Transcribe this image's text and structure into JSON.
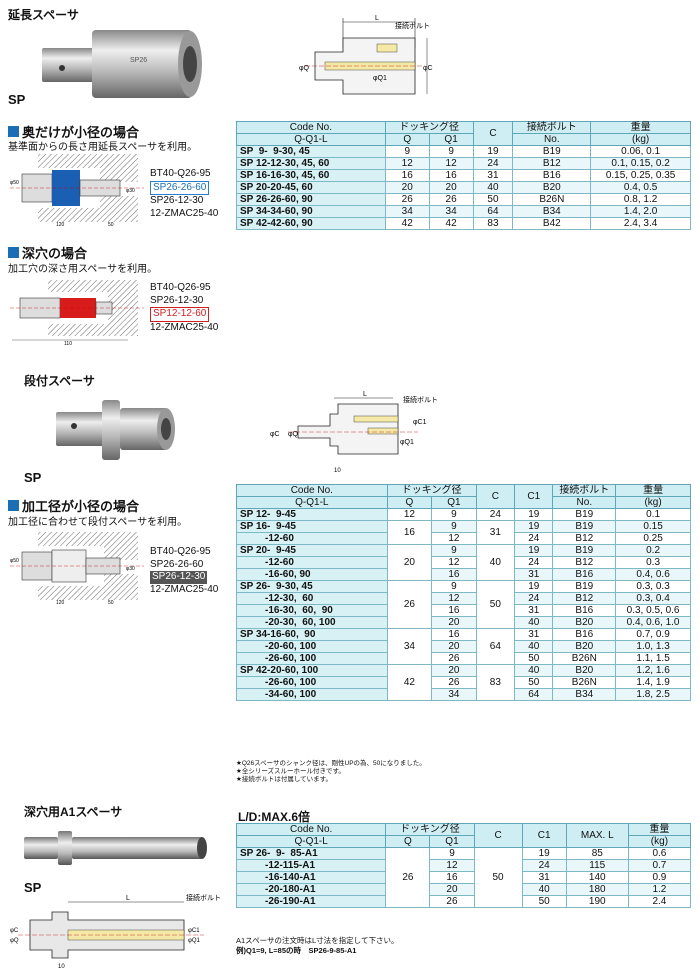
{
  "section1": {
    "title": "延長スペーサ",
    "sp": "SP",
    "drawing_labels": {
      "L": "L",
      "bolt": "接続ボルト",
      "phiQ": "φQ",
      "phiQ1": "φQ1",
      "phiC": "φC"
    },
    "case": {
      "heading": "奥だけが小径の場合",
      "desc": "基準面からの長さ用延長スペーサを利用。",
      "options": [
        "BT40-Q26-95",
        "SP26-26-60",
        "SP26-12-30",
        "12-ZMAC25-40"
      ],
      "dims": [
        "φ50",
        "φ30",
        "120",
        "50"
      ]
    },
    "case2": {
      "heading": "深穴の場合",
      "desc": "加工穴の深さ用スペーサを利用。",
      "options": [
        "BT40-Q26-95",
        "SP26-12-30",
        "SP12-12-60",
        "12-ZMAC25-40"
      ],
      "dims": [
        "110"
      ]
    },
    "table": {
      "headers": {
        "code": "Code No.",
        "code_sub": "Q-Q1-L",
        "docking": "ドッキング径",
        "q": "Q",
        "q1": "Q1",
        "c": "C",
        "bolt": "接続ボルト",
        "bolt_sub": "No.",
        "weight": "重量",
        "weight_sub": "(kg)"
      },
      "rows": [
        {
          "code": "SP  9-  9-30, 45",
          "q": "9",
          "q1": "9",
          "c": "19",
          "bolt": "B19",
          "w": "0.06, 0.1"
        },
        {
          "code": "SP 12-12-30, 45, 60",
          "q": "12",
          "q1": "12",
          "c": "24",
          "bolt": "B12",
          "w": "0.1, 0.15, 0.2"
        },
        {
          "code": "SP 16-16-30, 45, 60",
          "q": "16",
          "q1": "16",
          "c": "31",
          "bolt": "B16",
          "w": "0.15, 0.25, 0.35"
        },
        {
          "code": "SP 20-20-45, 60",
          "q": "20",
          "q1": "20",
          "c": "40",
          "bolt": "B20",
          "w": "0.4, 0.5"
        },
        {
          "code": "SP 26-26-60, 90",
          "q": "26",
          "q1": "26",
          "c": "50",
          "bolt": "B26N",
          "w": "0.8, 1.2"
        },
        {
          "code": "SP 34-34-60, 90",
          "q": "34",
          "q1": "34",
          "c": "64",
          "bolt": "B34",
          "w": "1.4, 2.0"
        },
        {
          "code": "SP 42-42-60, 90",
          "q": "42",
          "q1": "42",
          "c": "83",
          "bolt": "B42",
          "w": "2.4, 3.4"
        }
      ]
    }
  },
  "section2": {
    "title": "段付スペーサ",
    "sp": "SP",
    "drawing_labels": {
      "L": "L",
      "bolt": "接続ボルト",
      "phiQ": "φQ",
      "phiQ1": "φQ1",
      "phiC": "φC",
      "phiC1": "φC1",
      "ten": "10"
    },
    "case": {
      "heading": "加工径が小径の場合",
      "desc": "加工径に合わせて段付スペーサを利用。",
      "options": [
        "BT40-Q26-95",
        "SP26-26-60",
        "SP26-12-30",
        "12-ZMAC25-40"
      ],
      "dims": [
        "φ50",
        "φ30",
        "120",
        "50"
      ]
    },
    "table": {
      "headers": {
        "code": "Code No.",
        "code_sub": "Q-Q1-L",
        "docking": "ドッキング径",
        "q": "Q",
        "q1": "Q1",
        "c": "C",
        "c1": "C1",
        "bolt": "接続ボルト",
        "bolt_sub": "No.",
        "weight": "重量",
        "weight_sub": "(kg)"
      },
      "groups": [
        {
          "q": "12",
          "c": "24",
          "rows": [
            {
              "code": "SP 12-  9-45",
              "q1": "9",
              "c1": "19",
              "bolt": "B19",
              "w": "0.1"
            }
          ]
        },
        {
          "q": "16",
          "c": "31",
          "rows": [
            {
              "code": "SP 16-  9-45",
              "q1": "9",
              "c1": "19",
              "bolt": "B19",
              "w": "0.15"
            },
            {
              "code": "         -12-60",
              "q1": "12",
              "c1": "24",
              "bolt": "B12",
              "w": "0.25"
            }
          ]
        },
        {
          "q": "20",
          "c": "40",
          "rows": [
            {
              "code": "SP 20-  9-45",
              "q1": "9",
              "c1": "19",
              "bolt": "B19",
              "w": "0.2"
            },
            {
              "code": "         -12-60",
              "q1": "12",
              "c1": "24",
              "bolt": "B12",
              "w": "0.3"
            },
            {
              "code": "         -16-60, 90",
              "q1": "16",
              "c1": "31",
              "bolt": "B16",
              "w": "0.4, 0.6"
            }
          ]
        },
        {
          "q": "26",
          "c": "50",
          "rows": [
            {
              "code": "SP 26-  9-30, 45",
              "q1": "9",
              "c1": "19",
              "bolt": "B19",
              "w": "0.3, 0.3"
            },
            {
              "code": "         -12-30,  60",
              "q1": "12",
              "c1": "24",
              "bolt": "B12",
              "w": "0.3, 0.4"
            },
            {
              "code": "         -16-30,  60,  90",
              "q1": "16",
              "c1": "31",
              "bolt": "B16",
              "w": "0.3, 0.5, 0.6"
            },
            {
              "code": "         -20-30,  60, 100",
              "q1": "20",
              "c1": "40",
              "bolt": "B20",
              "w": "0.4, 0.6, 1.0"
            }
          ]
        },
        {
          "q": "34",
          "c": "64",
          "rows": [
            {
              "code": "SP 34-16-60,  90",
              "q1": "16",
              "c1": "31",
              "bolt": "B16",
              "w": "0.7, 0.9"
            },
            {
              "code": "         -20-60, 100",
              "q1": "20",
              "c1": "40",
              "bolt": "B20",
              "w": "1.0, 1.3"
            },
            {
              "code": "         -26-60, 100",
              "q1": "26",
              "c1": "50",
              "bolt": "B26N",
              "w": "1.1, 1.5"
            }
          ]
        },
        {
          "q": "42",
          "c": "83",
          "rows": [
            {
              "code": "SP 42-20-60, 100",
              "q1": "20",
              "c1": "40",
              "bolt": "B20",
              "w": "1.2, 1.6"
            },
            {
              "code": "         -26-60, 100",
              "q1": "26",
              "c1": "50",
              "bolt": "B26N",
              "w": "1.4, 1.9"
            },
            {
              "code": "         -34-60, 100",
              "q1": "34",
              "c1": "64",
              "bolt": "B34",
              "w": "1.8, 2.5"
            }
          ]
        }
      ],
      "notes": [
        "★Q26スペーサのシャンク径は、剛性UPの為、50になりました。",
        "★全シリーズスルーホール付きです。",
        "★接続ボルトは付属しています。"
      ]
    }
  },
  "section3": {
    "title": "深穴用A1スペーサ",
    "sp": "SP",
    "ld": "L/D:MAX.6倍",
    "drawing_labels": {
      "L": "L",
      "bolt": "接続ボルト",
      "phiC": "φC",
      "phiQ": "φQ",
      "phiC1": "φC1",
      "phiQ1": "φQ1",
      "ten": "10"
    },
    "table": {
      "headers": {
        "code": "Code No.",
        "code_sub": "Q-Q1-L",
        "docking": "ドッキング径",
        "q": "Q",
        "q1": "Q1",
        "c": "C",
        "c1": "C1",
        "maxl": "MAX. L",
        "weight": "重量",
        "weight_sub": "(kg)"
      },
      "q": "26",
      "c": "50",
      "rows": [
        {
          "code": "SP 26-  9-  85-A1",
          "q1": "9",
          "c1": "19",
          "maxl": "85",
          "w": "0.6"
        },
        {
          "code": "         -12-115-A1",
          "q1": "12",
          "c1": "24",
          "maxl": "115",
          "w": "0.7"
        },
        {
          "code": "         -16-140-A1",
          "q1": "16",
          "c1": "31",
          "maxl": "140",
          "w": "0.9"
        },
        {
          "code": "         -20-180-A1",
          "q1": "20",
          "c1": "40",
          "maxl": "180",
          "w": "1.2"
        },
        {
          "code": "         -26-190-A1",
          "q1": "26",
          "c1": "50",
          "maxl": "190",
          "w": "2.4"
        }
      ],
      "notes": [
        "A1スペーサの注文時はL寸法を指定して下さい。",
        "例)Q1=9, L=85の時　SP26-9-85-A1"
      ]
    }
  }
}
